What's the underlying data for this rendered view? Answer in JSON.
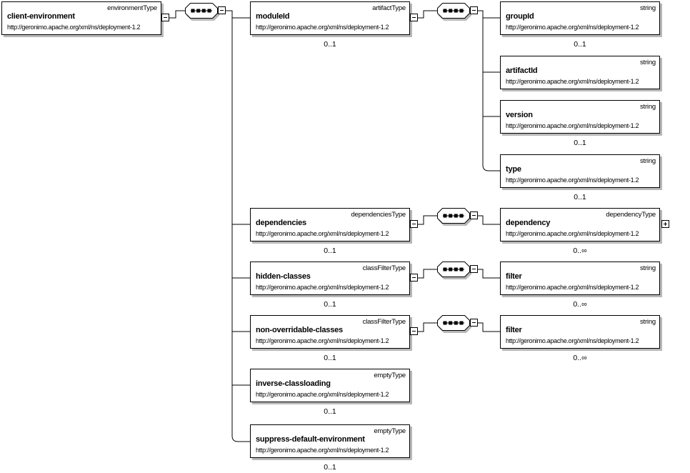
{
  "diagram": {
    "kind": "xml-schema-content-model",
    "namespace_url": "http://geronimo.apache.org/xml/ns/deployment-1.2",
    "icons": {
      "sequence": "sequence-compositor",
      "collapse_glyph": "−",
      "expand_glyph": "+"
    },
    "nodes": [
      {
        "name": "client-environment",
        "type": "environmentType",
        "ns": "http://geronimo.apache.org/xml/ns/deployment-1.2",
        "card": ""
      },
      {
        "name": "moduleId",
        "type": "artifactType",
        "ns": "http://geronimo.apache.org/xml/ns/deployment-1.2",
        "card": "0..1"
      },
      {
        "name": "dependencies",
        "type": "dependenciesType",
        "ns": "http://geronimo.apache.org/xml/ns/deployment-1.2",
        "card": "0..1"
      },
      {
        "name": "hidden-classes",
        "type": "classFilterType",
        "ns": "http://geronimo.apache.org/xml/ns/deployment-1.2",
        "card": "0..1"
      },
      {
        "name": "non-overridable-classes",
        "type": "classFilterType",
        "ns": "http://geronimo.apache.org/xml/ns/deployment-1.2",
        "card": "0..1"
      },
      {
        "name": "inverse-classloading",
        "type": "emptyType",
        "ns": "http://geronimo.apache.org/xml/ns/deployment-1.2",
        "card": "0..1"
      },
      {
        "name": "suppress-default-environment",
        "type": "emptyType",
        "ns": "http://geronimo.apache.org/xml/ns/deployment-1.2",
        "card": "0..1"
      },
      {
        "name": "groupId",
        "type": "string",
        "ns": "http://geronimo.apache.org/xml/ns/deployment-1.2",
        "card": "0..1"
      },
      {
        "name": "artifactId",
        "type": "string",
        "ns": "http://geronimo.apache.org/xml/ns/deployment-1.2",
        "card": ""
      },
      {
        "name": "version",
        "type": "string",
        "ns": "http://geronimo.apache.org/xml/ns/deployment-1.2",
        "card": "0..1"
      },
      {
        "name": "type",
        "type": "string",
        "ns": "http://geronimo.apache.org/xml/ns/deployment-1.2",
        "card": "0..1"
      },
      {
        "name": "dependency",
        "type": "dependencyType",
        "ns": "http://geronimo.apache.org/xml/ns/deployment-1.2",
        "card": "0..∞"
      },
      {
        "name": "filter",
        "type": "string",
        "ns": "http://geronimo.apache.org/xml/ns/deployment-1.2",
        "card": "0..∞"
      },
      {
        "name": "filter",
        "type": "string",
        "ns": "http://geronimo.apache.org/xml/ns/deployment-1.2",
        "card": "0..∞"
      }
    ]
  }
}
